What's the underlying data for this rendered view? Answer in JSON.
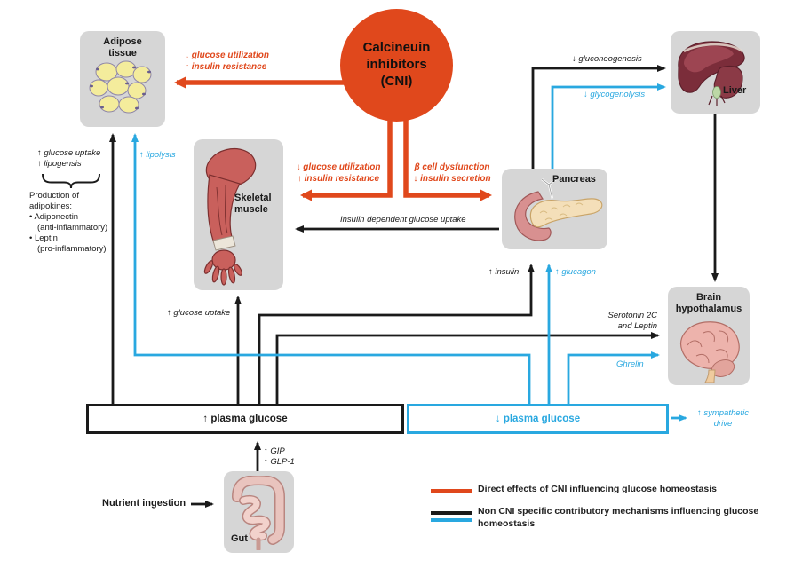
{
  "colors": {
    "orange": "#E0481C",
    "blue": "#29A8E0",
    "black": "#1A1A1A",
    "card_bg": "#D6D6D6"
  },
  "cni": {
    "label": "Calcineuin\ninhibitors\n(CNI)"
  },
  "organs": {
    "adipose": "Adipose\ntissue",
    "muscle": "Skeletal\nmuscle",
    "liver": "Liver",
    "pancreas": "Pancreas",
    "brain": "Brain\nhypothalamus",
    "gut": "Gut"
  },
  "plasma_boxes": {
    "high": "↑ plasma glucose",
    "low": "↓ plasma glucose"
  },
  "cni_effects": {
    "adipose": "↓ glucose utilization\n↑ insulin resistance",
    "muscle": "↓ glucose utilization\n↑ insulin resistance",
    "pancreas": "β cell dysfunction\n↓ insulin secretion"
  },
  "arrow_labels": {
    "gluconeogenesis": "↓ gluconeogenesis",
    "glycogenolysis": "↓ glycogenolysis",
    "insulin_dependent_uptake": "Insulin dependent glucose uptake",
    "insulin": "↑ insulin",
    "glucagon": "↑ glucagon",
    "serotonin_leptin": "Serotonin 2C\nand Leptin",
    "ghrelin": "Ghrelin",
    "lipolysis": "↑ lipolysis",
    "glucose_uptake_muscle": "↑ glucose uptake",
    "glucose_uptake_lipogenesis": "↑ glucose uptake\n↑ lipogensis",
    "gip_glp1": "↑ GIP\n↑ GLP-1",
    "sympathetic_drive": "↑ sympathetic\ndrive",
    "nutrient_ingestion": "Nutrient ingestion"
  },
  "adipokines": {
    "heading": "Production of\nadipokines:",
    "items": [
      "• Adiponectin\n(anti-inflammatory)",
      "• Leptin\n(pro-inflammatory)"
    ]
  },
  "legend": {
    "direct": {
      "color": "#E0481C",
      "label": "Direct effects of CNI influencing glucose homeostasis"
    },
    "non_cni": {
      "colors": [
        "#1A1A1A",
        "#29A8E0"
      ],
      "label": "Non CNI specific contributory mechanisms influencing glucose homeostasis"
    }
  }
}
